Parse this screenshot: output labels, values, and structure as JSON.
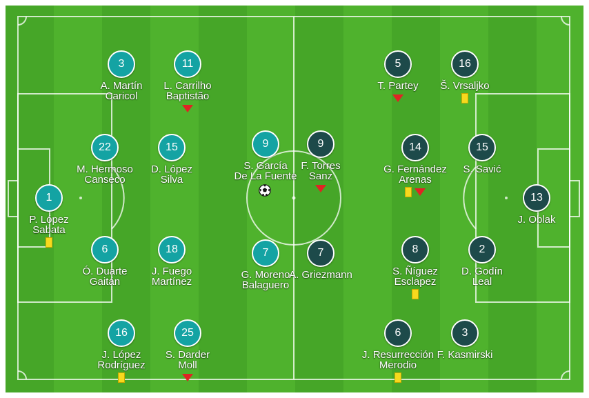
{
  "colors": {
    "pitch_light": "#4fb22d",
    "pitch_dark": "#46a628",
    "line": "#ffffff",
    "home_token": "#14a3a3",
    "away_token": "#1d4a4a",
    "yellow_card": "#f7d91e",
    "substitution_marker": "#e02424"
  },
  "home": {
    "players": [
      {
        "number": "1",
        "line1": "P. López",
        "line2": "Sabata",
        "yellow_card": true,
        "substituted": false
      },
      {
        "number": "22",
        "line1": "M. Hermoso",
        "line2": "Canseco",
        "yellow_card": false,
        "substituted": false
      },
      {
        "number": "6",
        "line1": "Ó. Duarte",
        "line2": "Gaitán",
        "yellow_card": false,
        "substituted": false
      },
      {
        "number": "15",
        "line1": "D. López",
        "line2": "Silva",
        "yellow_card": false,
        "substituted": false
      },
      {
        "number": "18",
        "line1": "J. Fuego",
        "line2": "Martínez",
        "yellow_card": false,
        "substituted": false
      },
      {
        "number": "3",
        "line1": "A. Martín",
        "line2": "Caricol",
        "yellow_card": false,
        "substituted": false
      },
      {
        "number": "11",
        "line1": "L. Carrilho",
        "line2": "Baptistão",
        "yellow_card": false,
        "substituted": true
      },
      {
        "number": "16",
        "line1": "J. López",
        "line2": "Rodríguez",
        "yellow_card": true,
        "substituted": false
      },
      {
        "number": "25",
        "line1": "S. Darder",
        "line2": "Moll",
        "yellow_card": false,
        "substituted": true
      },
      {
        "number": "9",
        "line1": "S. García",
        "line2": "De La Fuente",
        "yellow_card": false,
        "substituted": false,
        "ball": true
      },
      {
        "number": "7",
        "line1": "G. Moreno",
        "line2": "Balaguero",
        "yellow_card": false,
        "substituted": false
      }
    ]
  },
  "away": {
    "players": [
      {
        "number": "9",
        "line1": "F. Torres",
        "line2": "Sanz",
        "yellow_card": false,
        "substituted": true
      },
      {
        "number": "7",
        "line1": "A. Griezmann",
        "line2": "",
        "yellow_card": false,
        "substituted": false
      },
      {
        "number": "5",
        "line1": "T. Partey",
        "line2": "",
        "yellow_card": false,
        "substituted": true
      },
      {
        "number": "14",
        "line1": "G. Fernández",
        "line2": "Arenas",
        "yellow_card": true,
        "substituted": true
      },
      {
        "number": "8",
        "line1": "S. Ñíguez",
        "line2": "Esclapez",
        "yellow_card": true,
        "substituted": false
      },
      {
        "number": "6",
        "line1": "J. Resurrección",
        "line2": "Merodio",
        "yellow_card": true,
        "substituted": false
      },
      {
        "number": "16",
        "line1": "Š. Vrsaljko",
        "line2": "",
        "yellow_card": true,
        "substituted": false
      },
      {
        "number": "15",
        "line1": "S. Savić",
        "line2": "",
        "yellow_card": false,
        "substituted": false
      },
      {
        "number": "2",
        "line1": "D. Godín",
        "line2": "Leal",
        "yellow_card": false,
        "substituted": false
      },
      {
        "number": "3",
        "line1": "F. Kasmirski",
        "line2": "",
        "yellow_card": false,
        "substituted": false
      },
      {
        "number": "13",
        "line1": "J. Oblak",
        "line2": "",
        "yellow_card": false,
        "substituted": false
      }
    ]
  }
}
